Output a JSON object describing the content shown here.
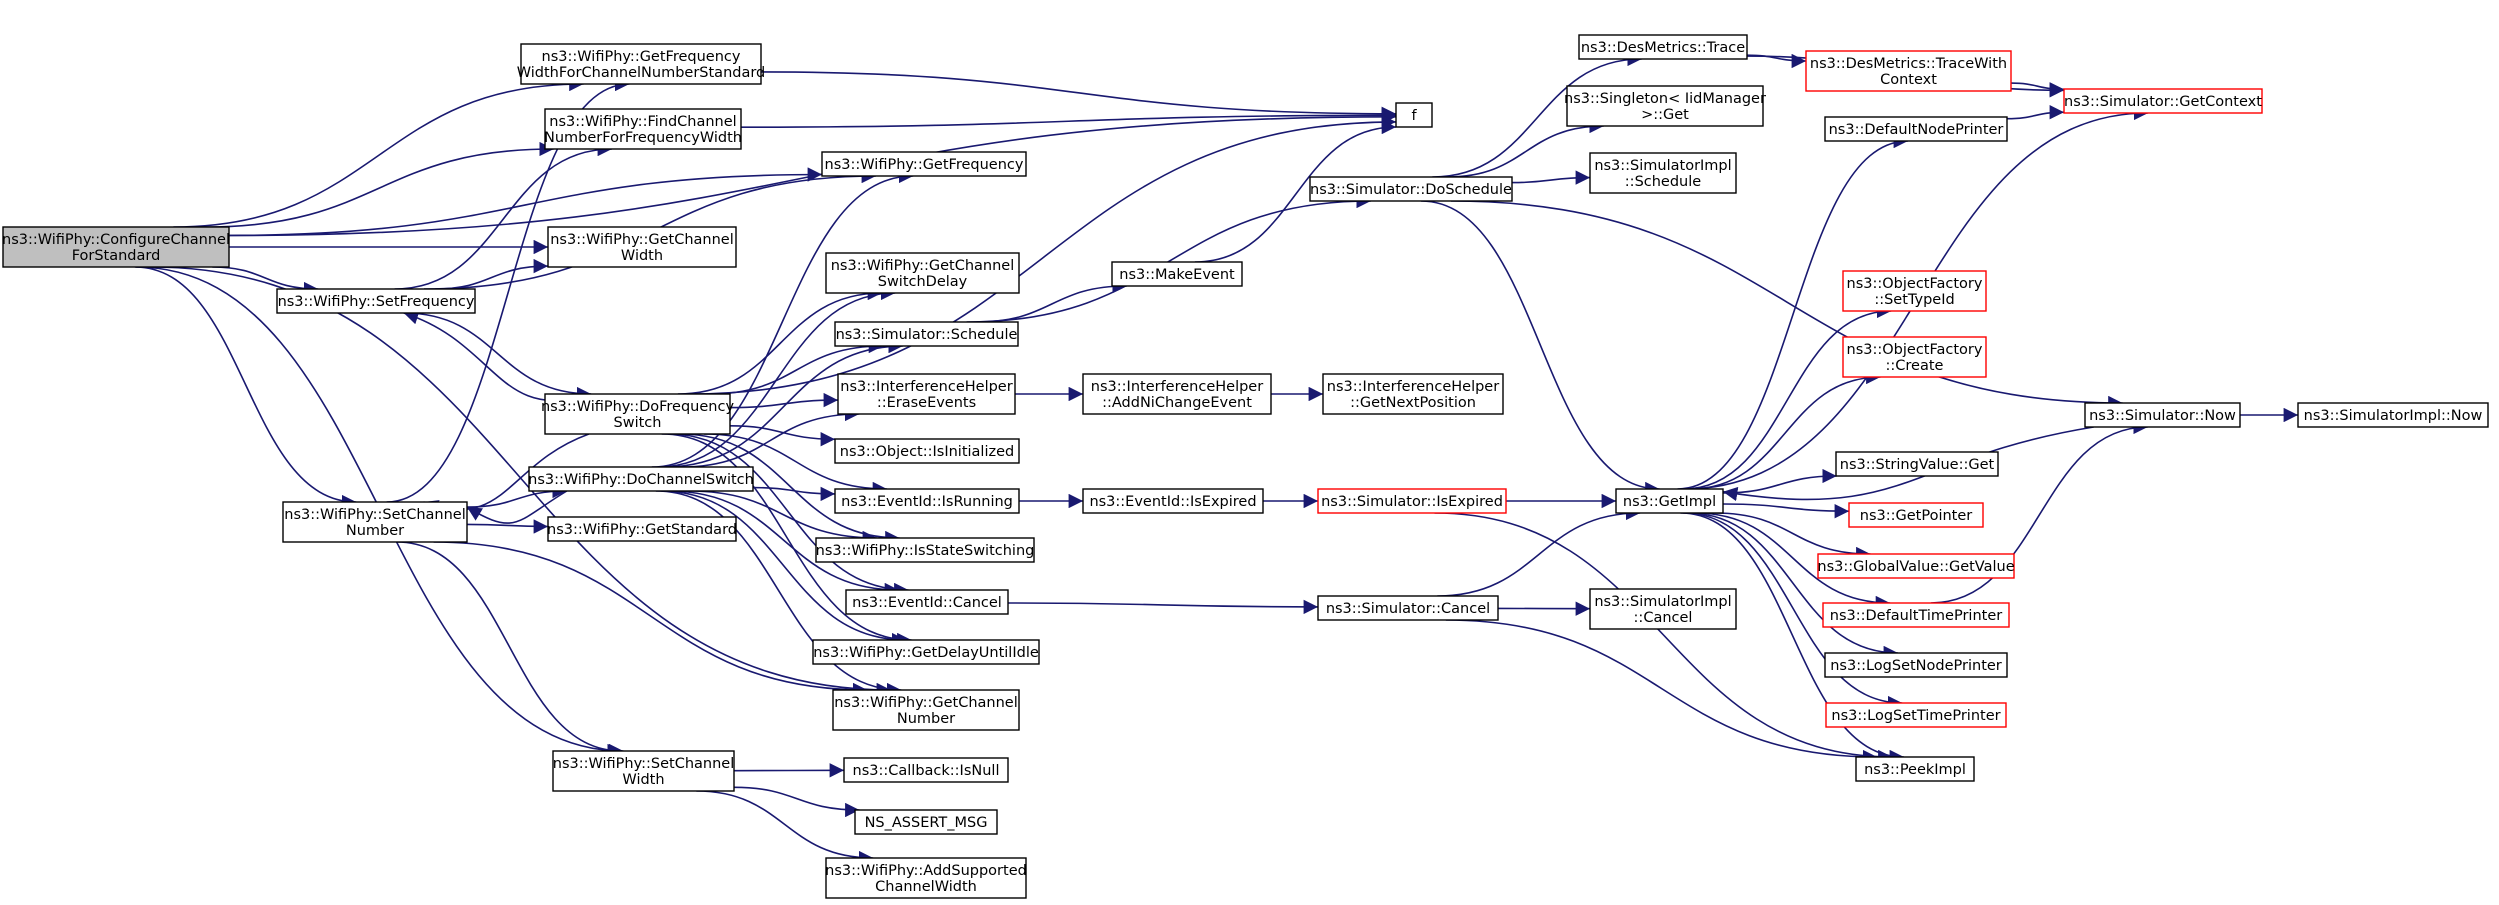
{
  "graph": {
    "colors": {
      "edge": "#191970",
      "default_border": "#000000",
      "truncated_border": "#ff0000",
      "root_fill": "#bfbfbf"
    },
    "nodes": [
      {
        "id": "configure",
        "lines": [
          "ns3::WifiPhy::ConfigureChannel",
          "ForStandard"
        ],
        "style": "root"
      },
      {
        "id": "setFrequency",
        "lines": [
          "ns3::WifiPhy::SetFrequency"
        ]
      },
      {
        "id": "setChannelNumber",
        "lines": [
          "ns3::WifiPhy::SetChannel",
          "Number"
        ]
      },
      {
        "id": "getFreqWidth",
        "lines": [
          "ns3::WifiPhy::GetFrequency",
          "WidthForChannelNumberStandard"
        ]
      },
      {
        "id": "findChannel",
        "lines": [
          "ns3::WifiPhy::FindChannel",
          "NumberForFrequencyWidth"
        ]
      },
      {
        "id": "getChannelWidth",
        "lines": [
          "ns3::WifiPhy::GetChannel",
          "Width"
        ]
      },
      {
        "id": "doFreqSwitch",
        "lines": [
          "ns3::WifiPhy::DoFrequency",
          "Switch"
        ]
      },
      {
        "id": "doChannelSwitch",
        "lines": [
          "ns3::WifiPhy::DoChannelSwitch"
        ]
      },
      {
        "id": "getStandard",
        "lines": [
          "ns3::WifiPhy::GetStandard"
        ]
      },
      {
        "id": "setChannelWidth",
        "lines": [
          "ns3::WifiPhy::SetChannel",
          "Width"
        ]
      },
      {
        "id": "getFrequency",
        "lines": [
          "ns3::WifiPhy::GetFrequency"
        ]
      },
      {
        "id": "getSwitchDelay",
        "lines": [
          "ns3::WifiPhy::GetChannel",
          "SwitchDelay"
        ]
      },
      {
        "id": "simSchedule",
        "lines": [
          "ns3::Simulator::Schedule"
        ]
      },
      {
        "id": "eraseEvents",
        "lines": [
          "ns3::InterferenceHelper",
          "::EraseEvents"
        ]
      },
      {
        "id": "isInitialized",
        "lines": [
          "ns3::Object::IsInitialized"
        ]
      },
      {
        "id": "isRunning",
        "lines": [
          "ns3::EventId::IsRunning"
        ]
      },
      {
        "id": "isStateSwitching",
        "lines": [
          "ns3::WifiPhy::IsStateSwitching"
        ]
      },
      {
        "id": "eventCancel",
        "lines": [
          "ns3::EventId::Cancel"
        ]
      },
      {
        "id": "getDelayIdle",
        "lines": [
          "ns3::WifiPhy::GetDelayUntilIdle"
        ]
      },
      {
        "id": "getChannelNumber",
        "lines": [
          "ns3::WifiPhy::GetChannel",
          "Number"
        ]
      },
      {
        "id": "callbackIsNull",
        "lines": [
          "ns3::Callback::IsNull"
        ]
      },
      {
        "id": "nsAssert",
        "lines": [
          "NS_ASSERT_MSG"
        ]
      },
      {
        "id": "addSupported",
        "lines": [
          "ns3::WifiPhy::AddSupported",
          "ChannelWidth"
        ]
      },
      {
        "id": "f",
        "lines": [
          "f"
        ]
      },
      {
        "id": "makeEvent",
        "lines": [
          "ns3::MakeEvent"
        ]
      },
      {
        "id": "addNiChange",
        "lines": [
          "ns3::InterferenceHelper",
          "::AddNiChangeEvent"
        ]
      },
      {
        "id": "eventIsExpired",
        "lines": [
          "ns3::EventId::IsExpired"
        ]
      },
      {
        "id": "simCancel",
        "lines": [
          "ns3::Simulator::Cancel"
        ]
      },
      {
        "id": "getNextPos",
        "lines": [
          "ns3::InterferenceHelper",
          "::GetNextPosition"
        ]
      },
      {
        "id": "simIsExpired",
        "lines": [
          "ns3::Simulator::IsExpired"
        ],
        "style": "red"
      },
      {
        "id": "doSchedule",
        "lines": [
          "ns3::Simulator::DoSchedule"
        ]
      },
      {
        "id": "desTrace",
        "lines": [
          "ns3::DesMetrics::Trace"
        ]
      },
      {
        "id": "singleton",
        "lines": [
          "ns3::Singleton< IidManager",
          " >::Get"
        ]
      },
      {
        "id": "implSchedule",
        "lines": [
          "ns3::SimulatorImpl",
          "::Schedule"
        ]
      },
      {
        "id": "getImpl",
        "lines": [
          "ns3::GetImpl"
        ]
      },
      {
        "id": "implCancel",
        "lines": [
          "ns3::SimulatorImpl",
          "::Cancel"
        ]
      },
      {
        "id": "traceWithCtx",
        "lines": [
          "ns3::DesMetrics::TraceWith",
          "Context"
        ],
        "style": "red"
      },
      {
        "id": "defNodePrinter",
        "lines": [
          "ns3::DefaultNodePrinter"
        ]
      },
      {
        "id": "setTypeId",
        "lines": [
          "ns3::ObjectFactory",
          "::SetTypeId"
        ],
        "style": "red"
      },
      {
        "id": "ofCreate",
        "lines": [
          "ns3::ObjectFactory",
          "::Create"
        ],
        "style": "red"
      },
      {
        "id": "stringGet",
        "lines": [
          "ns3::StringValue::Get"
        ]
      },
      {
        "id": "getPointer",
        "lines": [
          "ns3::GetPointer"
        ],
        "style": "red"
      },
      {
        "id": "globalGet",
        "lines": [
          "ns3::GlobalValue::GetValue"
        ],
        "style": "red"
      },
      {
        "id": "defTimePrinter",
        "lines": [
          "ns3::DefaultTimePrinter"
        ],
        "style": "red"
      },
      {
        "id": "logNodePrinter",
        "lines": [
          "ns3::LogSetNodePrinter"
        ]
      },
      {
        "id": "logTimePrinter",
        "lines": [
          "ns3::LogSetTimePrinter"
        ],
        "style": "red"
      },
      {
        "id": "peekImpl",
        "lines": [
          "ns3::PeekImpl"
        ]
      },
      {
        "id": "getContext",
        "lines": [
          "ns3::Simulator::GetContext"
        ],
        "style": "red"
      },
      {
        "id": "simNow",
        "lines": [
          "ns3::Simulator::Now"
        ]
      },
      {
        "id": "implNow",
        "lines": [
          "ns3::SimulatorImpl::Now"
        ]
      }
    ],
    "edges": [
      [
        "configure",
        "getFreqWidth"
      ],
      [
        "configure",
        "findChannel"
      ],
      [
        "configure",
        "getFrequency"
      ],
      [
        "configure",
        "getChannelWidth"
      ],
      [
        "configure",
        "setFrequency"
      ],
      [
        "configure",
        "setChannelNumber"
      ],
      [
        "configure",
        "getChannelNumber"
      ],
      [
        "configure",
        "setChannelWidth"
      ],
      [
        "configure",
        "f"
      ],
      [
        "setFrequency",
        "findChannel"
      ],
      [
        "setFrequency",
        "getChannelWidth"
      ],
      [
        "setFrequency",
        "doFreqSwitch"
      ],
      [
        "setFrequency",
        "getFrequency"
      ],
      [
        "setChannelNumber",
        "getFreqWidth"
      ],
      [
        "setChannelNumber",
        "doChannelSwitch"
      ],
      [
        "setChannelNumber",
        "getStandard"
      ],
      [
        "setChannelNumber",
        "setChannelWidth"
      ],
      [
        "setChannelNumber",
        "getChannelNumber"
      ],
      [
        "getFreqWidth",
        "f"
      ],
      [
        "findChannel",
        "f"
      ],
      [
        "doFreqSwitch",
        "setFrequency"
      ],
      [
        "doFreqSwitch",
        "getSwitchDelay"
      ],
      [
        "doFreqSwitch",
        "simSchedule"
      ],
      [
        "doFreqSwitch",
        "eraseEvents"
      ],
      [
        "doFreqSwitch",
        "isInitialized"
      ],
      [
        "doFreqSwitch",
        "isRunning"
      ],
      [
        "doFreqSwitch",
        "isStateSwitching"
      ],
      [
        "doFreqSwitch",
        "eventCancel"
      ],
      [
        "doFreqSwitch",
        "getDelayIdle"
      ],
      [
        "doFreqSwitch",
        "f"
      ],
      [
        "doFreqSwitch",
        "setChannelNumber"
      ],
      [
        "doChannelSwitch",
        "setChannelNumber"
      ],
      [
        "doChannelSwitch",
        "getFrequency"
      ],
      [
        "doChannelSwitch",
        "getSwitchDelay"
      ],
      [
        "doChannelSwitch",
        "simSchedule"
      ],
      [
        "doChannelSwitch",
        "eraseEvents"
      ],
      [
        "doChannelSwitch",
        "isRunning"
      ],
      [
        "doChannelSwitch",
        "isStateSwitching"
      ],
      [
        "doChannelSwitch",
        "eventCancel"
      ],
      [
        "doChannelSwitch",
        "getDelayIdle"
      ],
      [
        "doChannelSwitch",
        "getChannelNumber"
      ],
      [
        "setChannelWidth",
        "callbackIsNull"
      ],
      [
        "setChannelWidth",
        "nsAssert"
      ],
      [
        "setChannelWidth",
        "addSupported"
      ],
      [
        "simSchedule",
        "makeEvent"
      ],
      [
        "simSchedule",
        "doSchedule"
      ],
      [
        "makeEvent",
        "f"
      ],
      [
        "eraseEvents",
        "addNiChange"
      ],
      [
        "addNiChange",
        "getNextPos"
      ],
      [
        "isRunning",
        "eventIsExpired"
      ],
      [
        "eventIsExpired",
        "simIsExpired"
      ],
      [
        "simIsExpired",
        "getImpl"
      ],
      [
        "simIsExpired",
        "peekImpl"
      ],
      [
        "eventCancel",
        "simCancel"
      ],
      [
        "simCancel",
        "getImpl"
      ],
      [
        "simCancel",
        "implCancel"
      ],
      [
        "simCancel",
        "peekImpl"
      ],
      [
        "doSchedule",
        "desTrace"
      ],
      [
        "doSchedule",
        "singleton"
      ],
      [
        "doSchedule",
        "implSchedule"
      ],
      [
        "doSchedule",
        "getImpl"
      ],
      [
        "doSchedule",
        "simNow"
      ],
      [
        "desTrace",
        "traceWithCtx"
      ],
      [
        "desTrace",
        "getContext"
      ],
      [
        "traceWithCtx",
        "getContext"
      ],
      [
        "getImpl",
        "defNodePrinter"
      ],
      [
        "getImpl",
        "getContext"
      ],
      [
        "getImpl",
        "setTypeId"
      ],
      [
        "getImpl",
        "ofCreate"
      ],
      [
        "getImpl",
        "stringGet"
      ],
      [
        "getImpl",
        "getPointer"
      ],
      [
        "getImpl",
        "globalGet"
      ],
      [
        "getImpl",
        "defTimePrinter"
      ],
      [
        "getImpl",
        "logNodePrinter"
      ],
      [
        "getImpl",
        "logTimePrinter"
      ],
      [
        "getImpl",
        "peekImpl"
      ],
      [
        "defNodePrinter",
        "getContext"
      ],
      [
        "defTimePrinter",
        "simNow"
      ],
      [
        "simNow",
        "getImpl"
      ],
      [
        "simNow",
        "implNow"
      ]
    ]
  }
}
